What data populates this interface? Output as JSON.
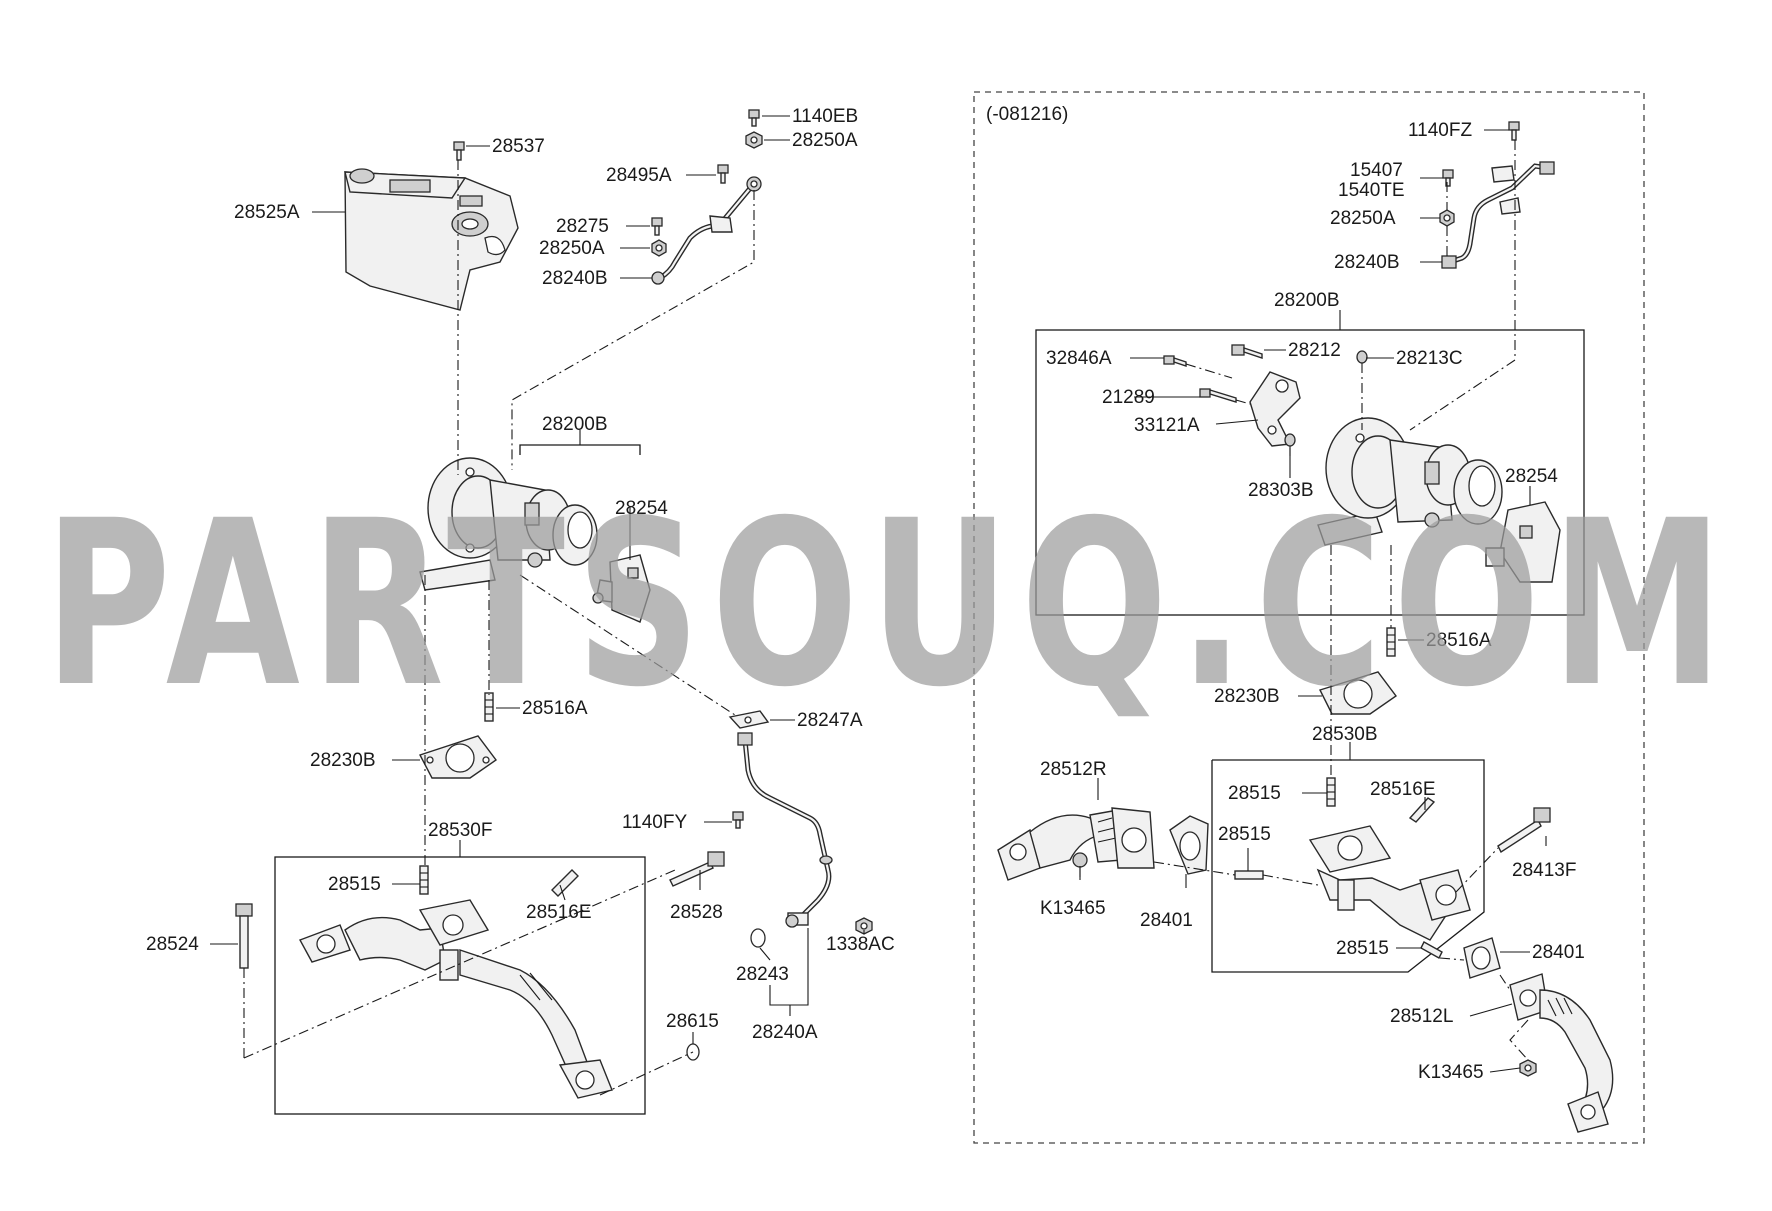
{
  "variant_note": "(-081216)",
  "watermark": "PARTSOUQ.COM",
  "left_labels": {
    "p1140EB": "1140EB",
    "p28250A_top": "28250A",
    "p28537": "28537",
    "p28495A": "28495A",
    "p28525A": "28525A",
    "p28275": "28275",
    "p28250A_mid": "28250A",
    "p28240B": "28240B",
    "p28200B": "28200B",
    "p28254": "28254",
    "p28516A": "28516A",
    "p28247A": "28247A",
    "p28230B": "28230B",
    "p1140FY": "1140FY",
    "p28530F": "28530F",
    "p28515": "28515",
    "p28516E": "28516E",
    "p28528": "28528",
    "p28524": "28524",
    "p1338AC": "1338AC",
    "p28243": "28243",
    "p28615": "28615",
    "p28240A": "28240A"
  },
  "right_labels": {
    "p1140FZ": "1140FZ",
    "p15407": "15407",
    "p1540TE": "1540TE",
    "p28250A": "28250A",
    "p28240B": "28240B",
    "p28200B": "28200B",
    "p32846A": "32846A",
    "p28212": "28212",
    "p28213C": "28213C",
    "p21289": "21289",
    "p33121A": "33121A",
    "p28303B": "28303B",
    "p28254": "28254",
    "p28516A": "28516A",
    "p28230B": "28230B",
    "p28530B": "28530B",
    "p28512R": "28512R",
    "p28515_a": "28515",
    "p28516E": "28516E",
    "p28515_b": "28515",
    "p28413F": "28413F",
    "pK13465_a": "K13465",
    "p28401_a": "28401",
    "p28515_c": "28515",
    "p28401_b": "28401",
    "p28512L": "28512L",
    "pK13465_b": "K13465"
  },
  "icons": {
    "bolt": "bolt-icon",
    "nut": "nut-icon",
    "washer": "washer-icon",
    "stud": "stud-icon",
    "gasket": "gasket-icon",
    "turbocharger": "turbocharger-icon",
    "heat_shield": "heat-shield-icon",
    "actuator": "actuator-icon",
    "exhaust_manifold": "exhaust-manifold-icon",
    "oil_pipe": "oil-pipe-icon"
  },
  "colors": {
    "line": "#1a1a1a",
    "part_fill": "#f1f1f1",
    "watermark": "#9d9d9d"
  }
}
